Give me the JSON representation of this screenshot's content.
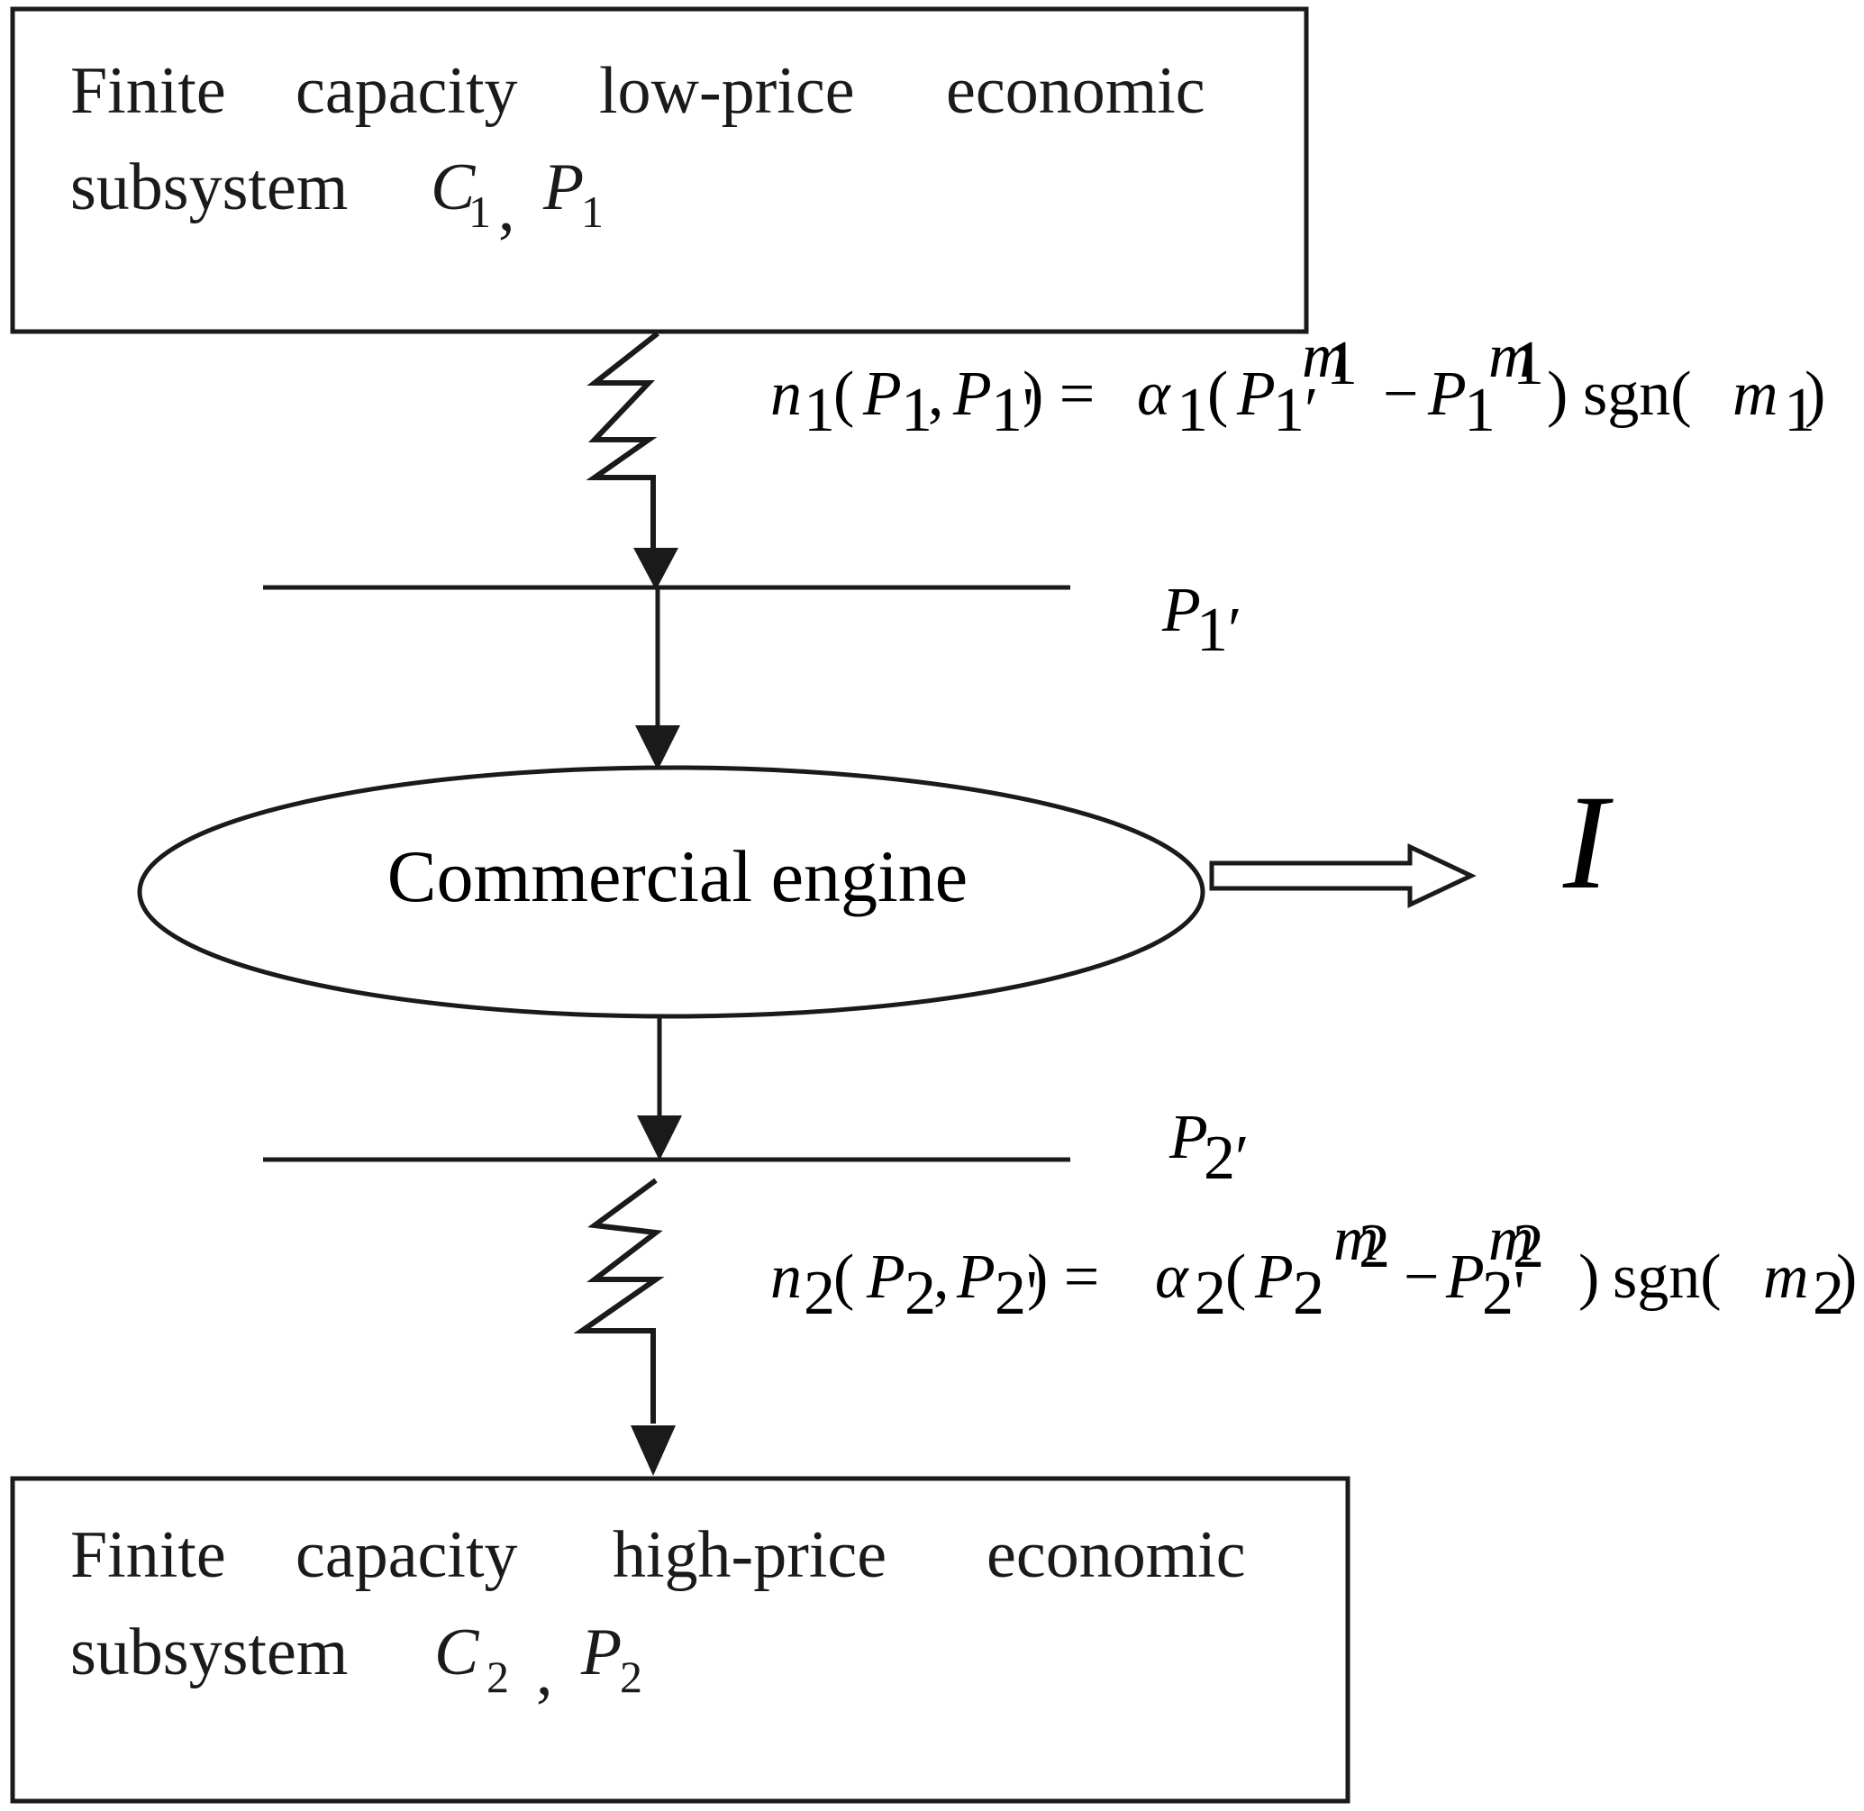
{
  "top_box": {
    "line1": [
      "Finite",
      "capacity",
      "low-price",
      "economic"
    ],
    "line2_word": "subsystem",
    "sym_c": "C",
    "sym_c_sub": "1",
    "comma": ",",
    "sym_p": "P",
    "sym_p_sub": "1"
  },
  "bottom_box": {
    "line1": [
      "Finite",
      "capacity",
      "high-price",
      "economic"
    ],
    "line2_word": "subsystem",
    "sym_c": "C",
    "sym_c_sub": "2",
    "comma": ",",
    "sym_p": "P",
    "sym_p_sub": "2"
  },
  "equation1": {
    "n": "n",
    "n_sub": "1",
    "lhs_args": "(",
    "p": "P",
    "p_sub": "1",
    "sep": ",",
    "p2": "P",
    "p2_sub": "1'",
    "close_eq": ") =",
    "alpha": "α",
    "alpha_sub": "1",
    "open": "(",
    "t1": "P",
    "t1_sub": "1′",
    "t1_sup": "m",
    "t1_sup_sub": "1",
    "minus": "−",
    "t2": "P",
    "t2_sub": "1",
    "t2_sup": "m",
    "t2_sup_sub": "1",
    "close": ")",
    "sgn": "sgn(",
    "m": "m",
    "m_sub": "1",
    "end": ")"
  },
  "equation2": {
    "n": "n",
    "n_sub": "2",
    "lhs_args": "(",
    "p": "P",
    "p_sub": "2",
    "sep": ",",
    "p2": "P",
    "p2_sub": "2'",
    "close_eq": ") =",
    "alpha": "α",
    "alpha_sub": "2",
    "open": "(",
    "t1": "P",
    "t1_sub": "2",
    "t1_sup": "m",
    "t1_sup_sub": "2",
    "minus": "−",
    "t2": "P",
    "t2_sub": "2'",
    "t2_sup": "m",
    "t2_sup_sub": "2",
    "close": ")",
    "sgn": "sgn(",
    "m": "m",
    "m_sub": "2",
    "end": ")"
  },
  "level1": {
    "p": "P",
    "sub": "1′"
  },
  "level2": {
    "p": "P",
    "sub": "2′"
  },
  "engine_label": "Commercial engine",
  "output_label": "I"
}
